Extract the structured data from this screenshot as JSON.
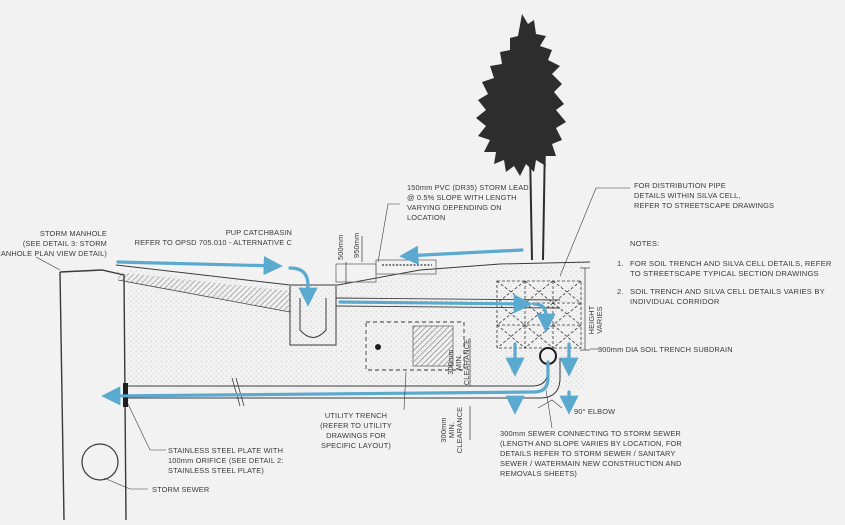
{
  "labels": {
    "storm_manhole": [
      "STORM MANHOLE",
      "(SEE DETAIL 3: STORM",
      "MANHOLE PLAN VIEW DETAIL)"
    ],
    "pup_catchbasin": [
      "PUP CATCHBASIN",
      "REFER TO OPSD 705.010 - ALTERNATIVE C"
    ],
    "pvc_lead": [
      "150mm PVC (DR35) STORM LEAD",
      "@ 0.5% SLOPE WITH LENGTH",
      "VARYING DEPENDING ON",
      "LOCATION"
    ],
    "distribution_pipe": [
      "FOR DISTRIBUTION PIPE",
      "DETAILS WITHIN SILVA CELL,",
      "REFER TO STREETSCAPE DRAWINGS"
    ],
    "dim_500": "500mm",
    "dim_950": "950mm",
    "height_varies": [
      "HEIGHT",
      "VARIES"
    ],
    "subdrain": "300mm DIA SOIL TRENCH SUBDRAIN",
    "min_clearance_upper": [
      "300mm",
      "MIN.",
      "CLEARANCE"
    ],
    "min_clearance_lower": [
      "300mm",
      "MIN.",
      "CLEARANCE"
    ],
    "elbow": "90° ELBOW",
    "utility_trench": [
      "UTILITY TRENCH",
      "(REFER TO UTILITY",
      "DRAWINGS FOR",
      "SPECIFIC LAYOUT)"
    ],
    "sewer_connection": [
      "300mm SEWER CONNECTING TO STORM SEWER",
      "(LENGTH AND SLOPE VARIES BY LOCATION, FOR",
      "DETAILS REFER TO STORM SEWER / SANITARY",
      "SEWER / WATERMAIN NEW CONSTRUCTION AND",
      "REMOVALS SHEETS)"
    ],
    "steel_plate": [
      "STAINLESS STEEL PLATE WITH",
      "100mm ORIFICE (SEE DETAIL 2:",
      "STAINLESS STEEL PLATE)"
    ],
    "storm_sewer": "STORM SEWER"
  },
  "notes": {
    "title": "NOTES:",
    "items": [
      {
        "num": "1.",
        "lines": [
          "FOR SOIL TRENCH AND SILVA CELL DETAILS, REFER",
          "TO STREETSCAPE TYPICAL SECTION DRAWINGS"
        ]
      },
      {
        "num": "2.",
        "lines": [
          "SOIL TRENCH AND SILVA CELL DETAILS VARIES BY",
          "INDIVIDUAL CORRIDOR"
        ]
      }
    ]
  },
  "colors": {
    "background": "#f2f2f2",
    "line": "#3a3a3a",
    "flow_arrow": "#5aa9cf",
    "tree": "#2d2d2d",
    "utility_box": "#8e8e8e"
  }
}
